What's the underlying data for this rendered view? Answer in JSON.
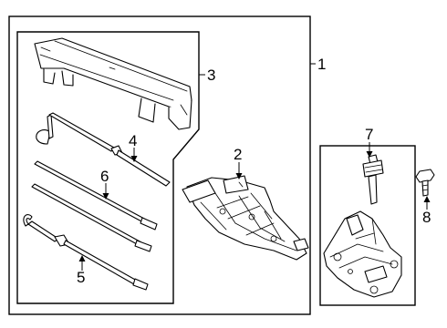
{
  "diagram": {
    "callouts": [
      {
        "id": "c1",
        "text": "1"
      },
      {
        "id": "c2",
        "text": "2"
      },
      {
        "id": "c3",
        "text": "3"
      },
      {
        "id": "c4",
        "text": "4"
      },
      {
        "id": "c5",
        "text": "5"
      },
      {
        "id": "c6",
        "text": "6"
      },
      {
        "id": "c7",
        "text": "7"
      },
      {
        "id": "c8",
        "text": "8"
      }
    ],
    "colors": {
      "line": "#000000",
      "background": "#ffffff"
    }
  }
}
